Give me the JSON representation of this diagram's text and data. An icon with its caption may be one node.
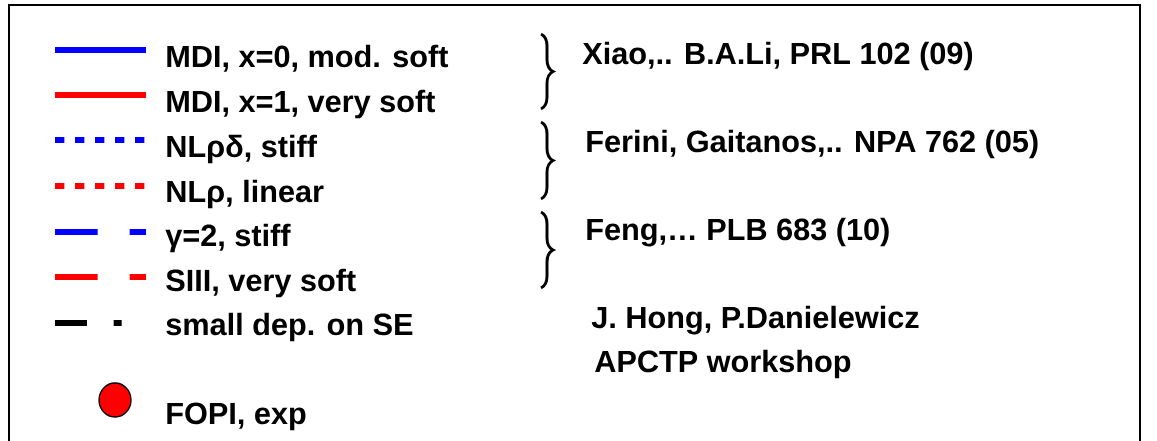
{
  "diagram": {
    "legend": [
      {
        "text": "MDI, x=0, mod. soft"
      },
      {
        "text": "MDI, x=1, very soft"
      },
      {
        "text": "NLρδ, stiff"
      },
      {
        "text": "NLρ, linear"
      },
      {
        "text": "γ=2, stiff"
      },
      {
        "text": "SIII, very soft"
      },
      {
        "text": "small dep. on SE"
      },
      {
        "text": "FOPI, exp"
      }
    ],
    "labels": [
      "Xiao,.. B.A.Li, PRL 102 (09)",
      "Ferini, Gaitanos,.. NPA 762 (05)",
      "Feng,… PLB 683 (10)",
      "J. Hong, P.Danielewicz",
      "APCTP workshop"
    ]
  }
}
